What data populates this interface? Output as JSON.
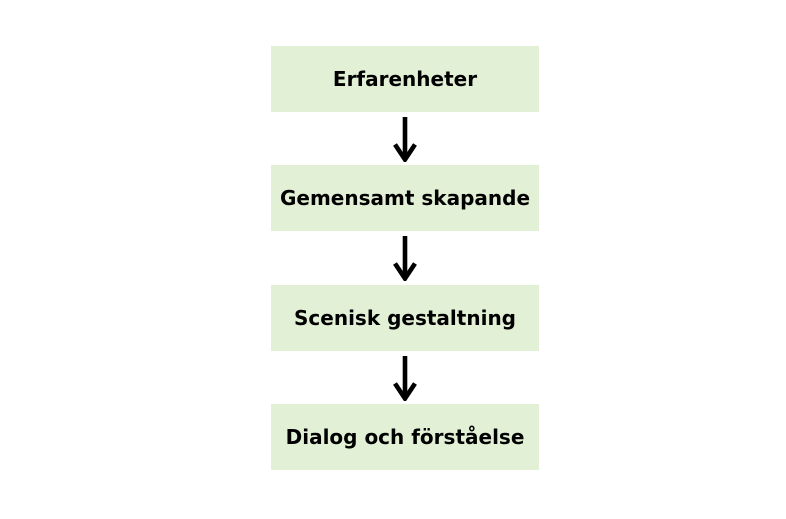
{
  "flowchart": {
    "type": "vertical-flow",
    "steps": [
      {
        "label": "Erfarenheter"
      },
      {
        "label": "Gemensamt skapande"
      },
      {
        "label": "Scenisk gestaltning"
      },
      {
        "label": "Dialog och förståelse"
      }
    ],
    "connectors": [
      {
        "icon": "down-arrow-icon"
      },
      {
        "icon": "down-arrow-icon"
      },
      {
        "icon": "down-arrow-icon"
      }
    ],
    "colors": {
      "box_fill": "#e2f0d6",
      "arrow": "#000000",
      "text": "#000000",
      "background": "#ffffff"
    }
  }
}
